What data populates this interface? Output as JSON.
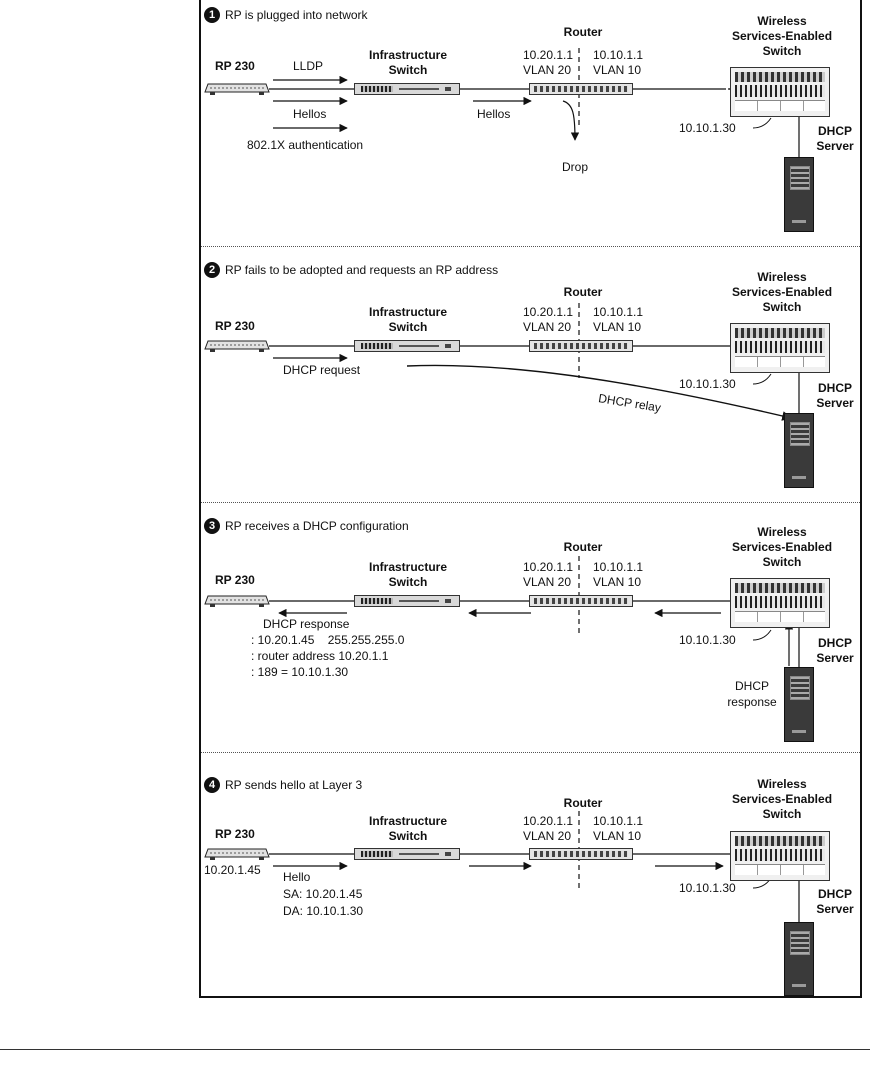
{
  "diagram": {
    "panels": [
      {
        "step": "1",
        "title": "RP is plugged into network",
        "rp_label": "RP 230",
        "infra_label": [
          "Infrastructure",
          "Switch"
        ],
        "router_label": "Router",
        "wss_label": [
          "Wireless",
          "Services-Enabled",
          "Switch"
        ],
        "dhcp_label": [
          "DHCP",
          "Server"
        ],
        "router_left": [
          "10.20.1.1",
          "VLAN 20"
        ],
        "router_right": [
          "10.10.1.1",
          "VLAN 10"
        ],
        "wss_ip": "10.10.1.30",
        "notes": {
          "lldp": "LLDP",
          "hellos_left": "Hellos",
          "auth": "802.1X authentication",
          "hellos_mid": "Hellos",
          "drop": "Drop"
        }
      },
      {
        "step": "2",
        "title": "RP fails to be adopted and requests an RP address",
        "rp_label": "RP 230",
        "infra_label": [
          "Infrastructure",
          "Switch"
        ],
        "router_label": "Router",
        "wss_label": [
          "Wireless",
          "Services-Enabled",
          "Switch"
        ],
        "dhcp_label": [
          "DHCP",
          "Server"
        ],
        "router_left": [
          "10.20.1.1",
          "VLAN 20"
        ],
        "router_right": [
          "10.10.1.1",
          "VLAN 10"
        ],
        "wss_ip": "10.10.1.30",
        "notes": {
          "dhcp_request": "DHCP request",
          "dhcp_relay": "DHCP relay"
        }
      },
      {
        "step": "3",
        "title": "RP receives a DHCP configuration",
        "rp_label": "RP 230",
        "infra_label": [
          "Infrastructure",
          "Switch"
        ],
        "router_label": "Router",
        "wss_label": [
          "Wireless",
          "Services-Enabled",
          "Switch"
        ],
        "dhcp_label": [
          "DHCP",
          "Server"
        ],
        "router_left": [
          "10.20.1.1",
          "VLAN 20"
        ],
        "router_right": [
          "10.10.1.1",
          "VLAN 10"
        ],
        "wss_ip": "10.10.1.30",
        "notes": {
          "response_lines": [
            "DHCP response",
            ": 10.20.1.45    255.255.255.0",
            ": router address 10.20.1.1",
            ": 189 = 10.10.1.30"
          ],
          "server_response": [
            "DHCP",
            "response"
          ]
        }
      },
      {
        "step": "4",
        "title": "RP sends hello at Layer 3",
        "rp_label": "RP 230",
        "infra_label": [
          "Infrastructure",
          "Switch"
        ],
        "router_label": "Router",
        "wss_label": [
          "Wireless",
          "Services-Enabled",
          "Switch"
        ],
        "dhcp_label": [
          "DHCP",
          "Server"
        ],
        "router_left": [
          "10.20.1.1",
          "VLAN 20"
        ],
        "router_right": [
          "10.10.1.1",
          "VLAN 10"
        ],
        "wss_ip": "10.10.1.30",
        "notes": {
          "rp_ip": "10.20.1.45",
          "hello_lines": [
            "Hello",
            "SA: 10.20.1.45",
            "DA: 10.10.1.30"
          ]
        }
      }
    ]
  }
}
